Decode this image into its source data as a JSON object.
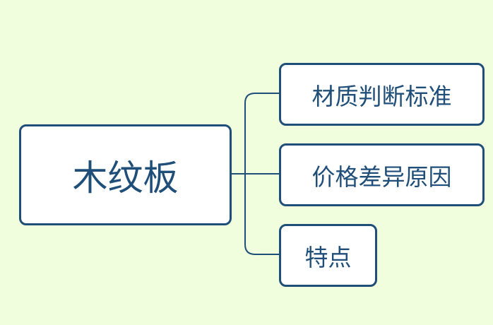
{
  "root": {
    "label": "木纹板"
  },
  "children": [
    {
      "label": "材质判断标准"
    },
    {
      "label": "价格差异原因"
    },
    {
      "label": "特点"
    }
  ],
  "colors": {
    "background": "#f0fedd",
    "border": "#1f4e79",
    "node_fill": "#ffffff"
  }
}
